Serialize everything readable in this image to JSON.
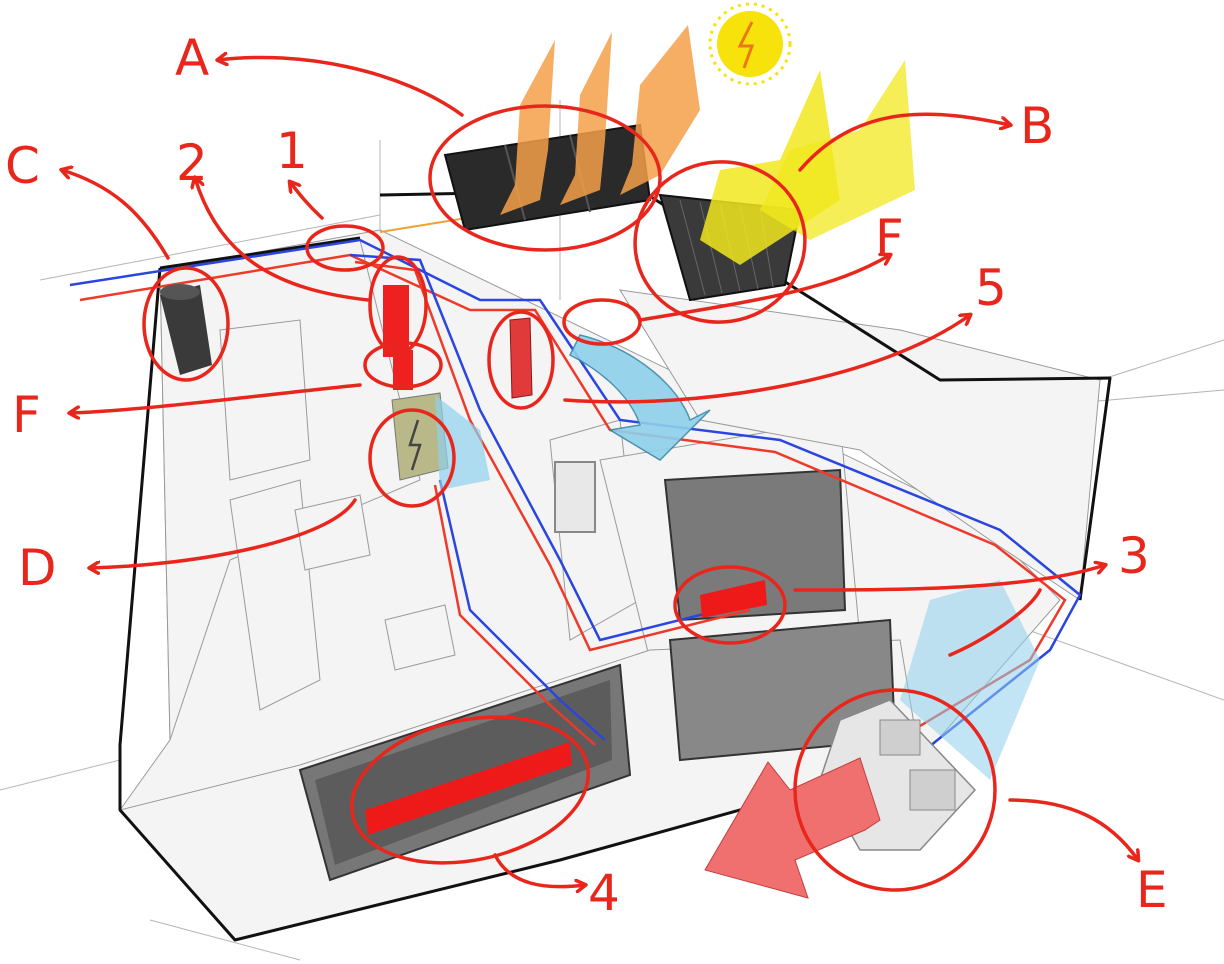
{
  "labels": {
    "A": "A",
    "B": "B",
    "C": "C",
    "D": "D",
    "E": "E",
    "F_left": "F",
    "F_right": "F",
    "n1": "1",
    "n2": "2",
    "n3": "3",
    "n4": "4",
    "n5": "5"
  },
  "colors": {
    "annotation": "#e8261c",
    "solar_pv_rays": "#f5a04a",
    "solar_thermal_rays": "#f2e81e",
    "heat_arrow": "#f07070",
    "cool_arrow": "#8fd0ec",
    "sun": "#f8e20c",
    "pipe_cold": "#2a45e0",
    "pipe_hot": "#ee3a2a"
  },
  "icons": {
    "sun": "lightning-sun-icon",
    "battery": "lightning-battery-icon"
  }
}
